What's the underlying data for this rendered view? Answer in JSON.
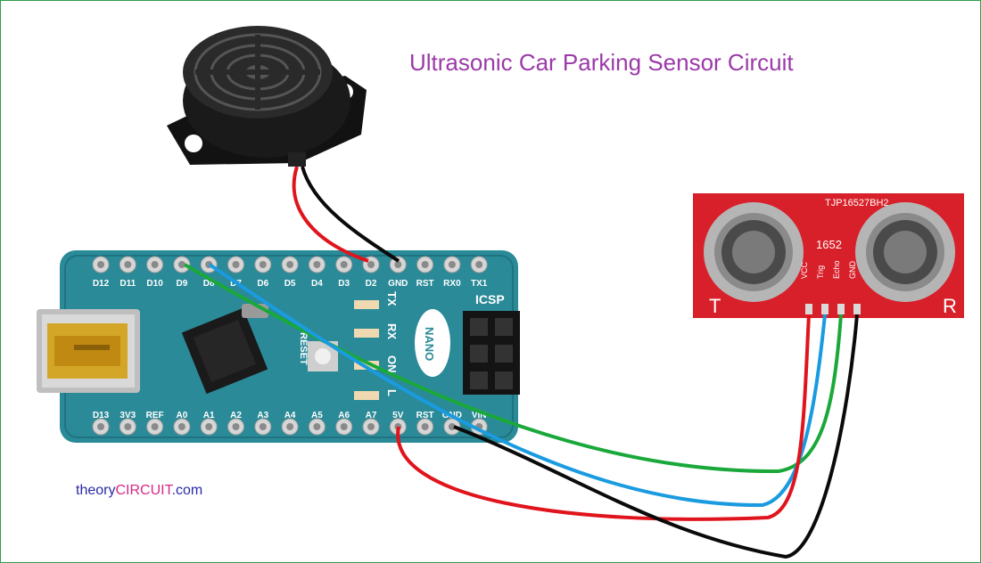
{
  "title": "Ultrasonic Car Parking Sensor Circuit",
  "brand": {
    "prefix": "theory",
    "highlight": "CIRCUIT",
    "suffix": ".com"
  },
  "board": {
    "top_pins": [
      "D12",
      "D11",
      "D10",
      "D9",
      "D8",
      "D7",
      "D6",
      "D5",
      "D4",
      "D3",
      "D2",
      "GND",
      "RST",
      "RX0",
      "TX1"
    ],
    "bottom_pins": [
      "D13",
      "3V3",
      "REF",
      "A0",
      "A1",
      "A2",
      "A3",
      "A4",
      "A5",
      "A6",
      "A7",
      "5V",
      "RST",
      "GND",
      "VIN"
    ],
    "icsp_label": "ICSP",
    "nano_label": "NANO",
    "reset_label": "RESET",
    "led_labels": [
      "TX",
      "RX",
      "ON",
      "L"
    ],
    "colors": {
      "board": "#2a8a98",
      "chip": "#1c1c1c",
      "usb": "#c8c8c8"
    }
  },
  "sensor": {
    "model": "TJP16527BH2",
    "chip_text": "1652",
    "pins": [
      "VCC",
      "Trig",
      "Echo",
      "GND"
    ],
    "left_label": "T",
    "right_label": "R",
    "colors": {
      "board": "#d8202a"
    }
  },
  "buzzer": {
    "color": "#151515"
  },
  "wires": [
    {
      "from": "D2",
      "to": "buzzer+",
      "color": "#e0141c"
    },
    {
      "from": "GND",
      "to": "buzzer-",
      "color": "#0a0a0a"
    },
    {
      "from": "D9",
      "to": "Echo",
      "color": "#1aa83a"
    },
    {
      "from": "D8",
      "to": "Trig",
      "color": "#1a9be0"
    },
    {
      "from": "5V",
      "to": "VCC",
      "color": "#e0141c"
    },
    {
      "from": "GND",
      "to": "GND",
      "color": "#0a0a0a"
    }
  ]
}
